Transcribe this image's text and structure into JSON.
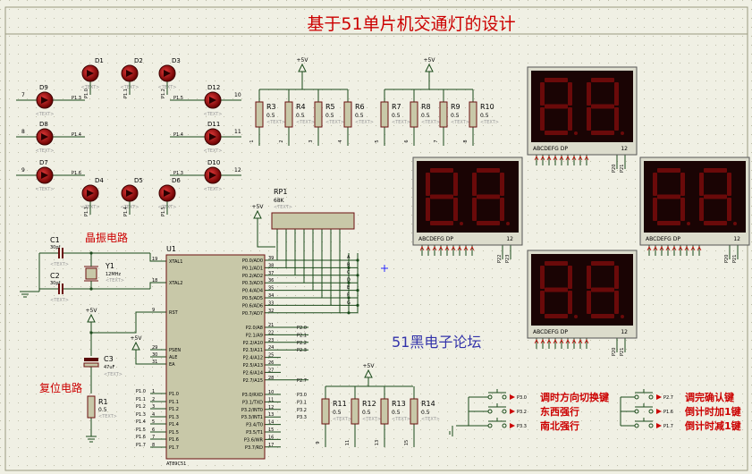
{
  "title": "基于51单片机交通灯的设计",
  "watermark": "51黑电子论坛",
  "section_labels": {
    "crystal": "晶振电路",
    "reset": "复位电路"
  },
  "power": {
    "vcc": "+5V"
  },
  "leds": [
    {
      "ref": "D1",
      "pin": "P1.0"
    },
    {
      "ref": "D2",
      "pin": "P1.1"
    },
    {
      "ref": "D3",
      "pin": "P1.2"
    },
    {
      "ref": "D4",
      "pin": "P1.3"
    },
    {
      "ref": "D5",
      "pin": "P1.4"
    },
    {
      "ref": "D6",
      "pin": "P1.5"
    },
    {
      "ref": "D7",
      "pin": "P1.6"
    },
    {
      "ref": "D8",
      "pin": "P1.4"
    },
    {
      "ref": "D9",
      "pin": "P1.3"
    },
    {
      "ref": "D10",
      "pin": "P1.3"
    },
    {
      "ref": "D11",
      "pin": "P1.4"
    },
    {
      "ref": "D12",
      "pin": "P1.5"
    }
  ],
  "left_pins": [
    "7",
    "8",
    "9",
    "10",
    "11",
    "12"
  ],
  "resistors_top": [
    {
      "ref": "R3",
      "val": "0.5"
    },
    {
      "ref": "R4",
      "val": "0.5"
    },
    {
      "ref": "R5",
      "val": "0.5"
    },
    {
      "ref": "R6",
      "val": "0.5"
    },
    {
      "ref": "R7",
      "val": "0.5"
    },
    {
      "ref": "R8",
      "val": "0.5"
    },
    {
      "ref": "R9",
      "val": "0.5"
    },
    {
      "ref": "R10",
      "val": "0.5"
    }
  ],
  "resistors_bottom": [
    {
      "ref": "R11",
      "val": "0.5"
    },
    {
      "ref": "R12",
      "val": "0.5"
    },
    {
      "ref": "R13",
      "val": "0.5"
    },
    {
      "ref": "R14",
      "val": "0.5"
    }
  ],
  "r1": {
    "ref": "R1",
    "val": "0.5"
  },
  "text_placeholder": "<TEXT>",
  "capacitors": [
    {
      "ref": "C1",
      "val": "30pf"
    },
    {
      "ref": "C2",
      "val": "30pf"
    },
    {
      "ref": "C3",
      "val": "47uF"
    }
  ],
  "crystal": {
    "ref": "Y1",
    "val": "12MHz"
  },
  "rpack": {
    "ref": "RP1",
    "val": "68K"
  },
  "mcu": {
    "ref": "U1",
    "part": "AT89C51",
    "left_pins": [
      {
        "name": "XTAL1",
        "num": "19"
      },
      {
        "name": "XTAL2",
        "num": "18"
      },
      {
        "name": "RST",
        "num": "9"
      },
      {
        "name": "PSEN",
        "num": "29"
      },
      {
        "name": "ALE",
        "num": "30"
      },
      {
        "name": "EA",
        "num": "31"
      },
      {
        "name": "P1.0",
        "num": "1"
      },
      {
        "name": "P1.1",
        "num": "2"
      },
      {
        "name": "P1.2",
        "num": "3"
      },
      {
        "name": "P1.3",
        "num": "4"
      },
      {
        "name": "P1.4",
        "num": "5"
      },
      {
        "name": "P1.5",
        "num": "6"
      },
      {
        "name": "P1.6",
        "num": "7"
      },
      {
        "name": "P1.7",
        "num": "8"
      }
    ],
    "right_pins": [
      {
        "name": "P0.0/AD0",
        "num": "39"
      },
      {
        "name": "P0.1/AD1",
        "num": "38"
      },
      {
        "name": "P0.2/AD2",
        "num": "37"
      },
      {
        "name": "P0.3/AD3",
        "num": "36"
      },
      {
        "name": "P0.4/AD4",
        "num": "35"
      },
      {
        "name": "P0.5/AD5",
        "num": "34"
      },
      {
        "name": "P0.6/AD6",
        "num": "33"
      },
      {
        "name": "P0.7/AD7",
        "num": "32"
      },
      {
        "name": "P2.0/A8",
        "num": "21"
      },
      {
        "name": "P2.1/A9",
        "num": "22"
      },
      {
        "name": "P2.2/A10",
        "num": "23"
      },
      {
        "name": "P2.3/A11",
        "num": "24"
      },
      {
        "name": "P2.4/A12",
        "num": "25"
      },
      {
        "name": "P2.5/A13",
        "num": "26"
      },
      {
        "name": "P2.6/A14",
        "num": "27"
      },
      {
        "name": "P2.7/A15",
        "num": "28"
      },
      {
        "name": "P3.0/RXD",
        "num": "10"
      },
      {
        "name": "P3.1/TXD",
        "num": "11"
      },
      {
        "name": "P3.2/INT0",
        "num": "12"
      },
      {
        "name": "P3.3/INT1",
        "num": "13"
      },
      {
        "name": "P3.4/T0",
        "num": "14"
      },
      {
        "name": "P3.5/T1",
        "num": "15"
      },
      {
        "name": "P3.6/WR",
        "num": "16"
      },
      {
        "name": "P3.7/RD",
        "num": "17"
      }
    ],
    "net_labels_p2": [
      "P2.0",
      "P2.1",
      "P2.2",
      "P2.3",
      "P2.7"
    ],
    "net_labels_p3": [
      "P3.0",
      "P3.1",
      "P3.2",
      "P3.3"
    ],
    "bus_letters": [
      "A",
      "B",
      "C",
      "D",
      "E",
      "F",
      "G"
    ]
  },
  "display": {
    "digits": "88",
    "bottom_label": "ABCDEFG  DP",
    "common": "12",
    "pins_top": [
      "P20",
      "P21"
    ],
    "pins_left": [
      "P22",
      "P23"
    ],
    "pins_right": [
      "P20",
      "P21"
    ],
    "pins_bottom": [
      "P20",
      "P21"
    ]
  },
  "buttons_left": [
    {
      "net": "P3.0",
      "label": "调时方向切换键"
    },
    {
      "net": "P3.2",
      "label": "东西强行"
    },
    {
      "net": "P3.3",
      "label": "南北强行"
    }
  ],
  "buttons_right": [
    {
      "net": "P2.7",
      "label": "调完确认键"
    },
    {
      "net": "P1.6",
      "label": "倒计时加1键"
    },
    {
      "net": "P1.7",
      "label": "倒计时减1键"
    }
  ],
  "colors": {
    "background": "#f0f0e4",
    "grid": "#c8c8b4",
    "wire": "#1a4a1a",
    "component": "#6b1010",
    "component_fill": "#c8c8a8",
    "display_bg": "#1a0404",
    "segment": "#6a0a0a",
    "title": "#cc0000",
    "net_label": "#1a1a1a",
    "watermark": "#3333aa",
    "led": "#8b0000"
  }
}
